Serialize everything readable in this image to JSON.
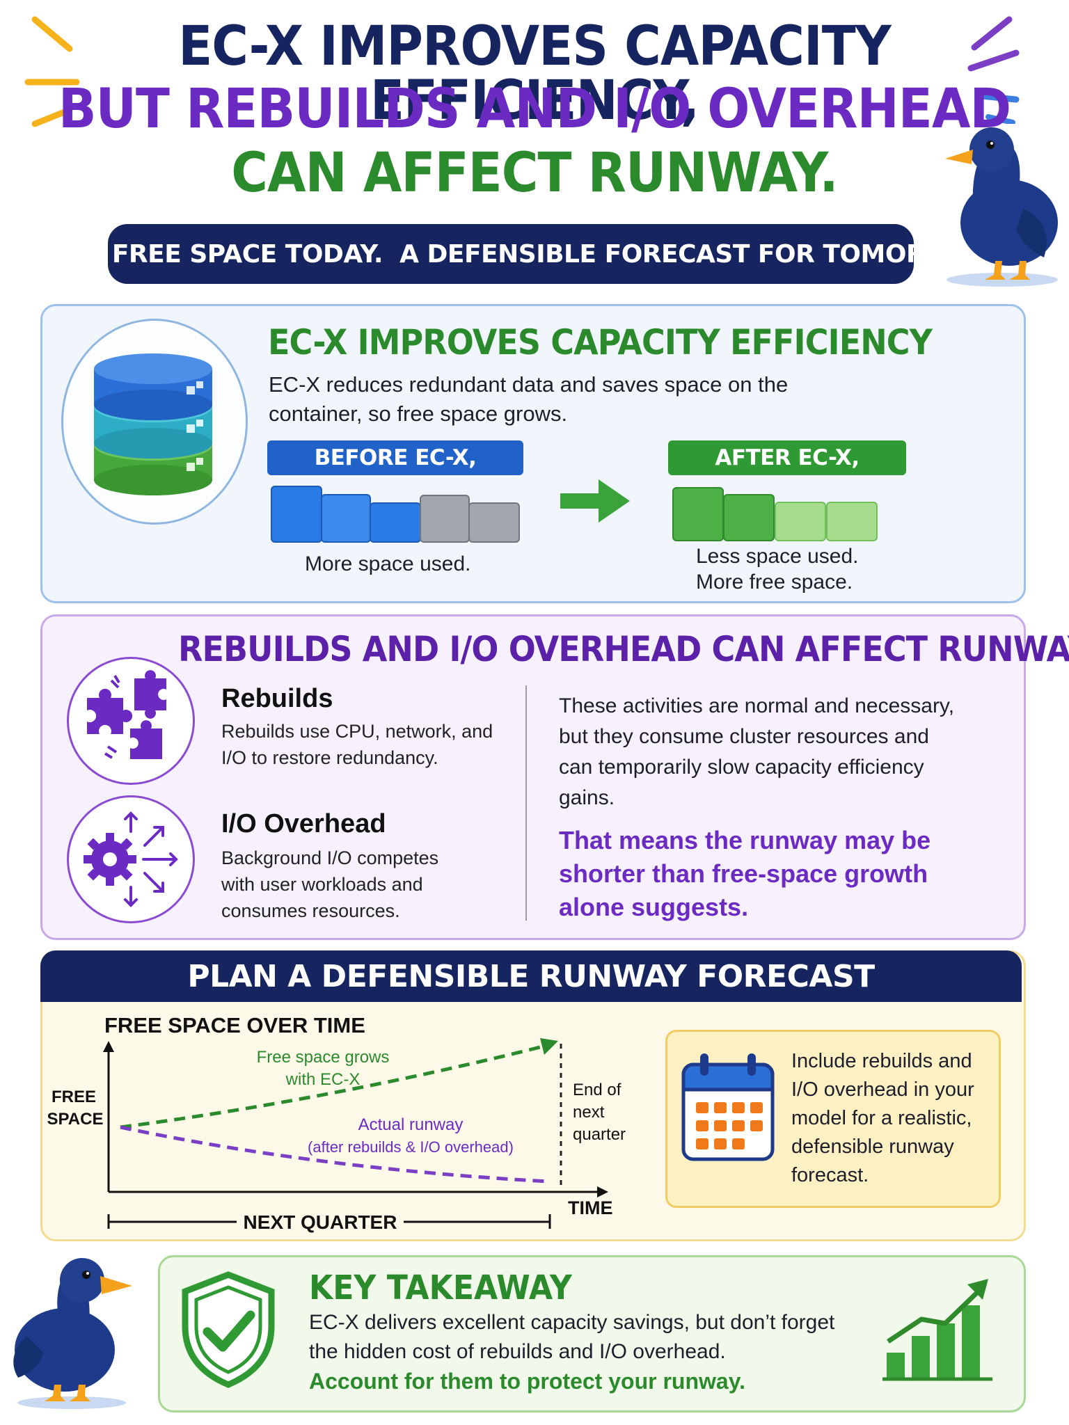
{
  "header": {
    "title_line1": "EC-X IMPROVES CAPACITY EFFICIENCY,",
    "title_line2": "BUT REBUILDS AND I/O OVERHEAD",
    "title_line3": "CAN AFFECT RUNWAY.",
    "subtitle": "MORE FREE SPACE TODAY.  A DEFENSIBLE FORECAST FOR TOMORROW."
  },
  "efficiency": {
    "title": "EC-X IMPROVES CAPACITY EFFICIENCY",
    "description": "EC-X reduces redundant data and saves space on the container, so free space grows.",
    "before_label": "BEFORE EC-X,",
    "before_caption": "More space used.",
    "after_label": "AFTER EC-X,",
    "after_caption_line1": "Less space used.",
    "after_caption_line2": "More free space."
  },
  "overhead": {
    "title": "REBUILDS AND I/O OVERHEAD CAN AFFECT RUNWAY",
    "rebuilds_title": "Rebuilds",
    "rebuilds_text": "Rebuilds use CPU, network, and I/O to restore redundancy.",
    "io_title": "I/O Overhead",
    "io_text": "Background I/O competes with user workloads and consumes resources.",
    "explanation": "These activities are normal and necessary, but they consume cluster resources and can temporarily slow capacity efficiency gains.",
    "emphasis": "That means the runway may be shorter than free-space growth alone suggests."
  },
  "forecast": {
    "title": "PLAN A DEFENSIBLE RUNWAY FORECAST",
    "chart_data": {
      "type": "line",
      "title": "FREE SPACE OVER TIME",
      "ylabel_line1": "FREE",
      "ylabel_line2": "SPACE",
      "xlabel": "TIME",
      "range_label": "NEXT QUARTER",
      "end_marker_line1": "End of",
      "end_marker_line2": "next",
      "end_marker_line3": "quarter",
      "series": [
        {
          "name_line1": "Free space grows",
          "name_line2": "with EC-X",
          "color": "#2b8a2b",
          "trend": "increasing"
        },
        {
          "name_line1": "Actual runway",
          "name_line2": "(after rebuilds & I/O overhead)",
          "color": "#7a3fc4",
          "trend": "decreasing"
        }
      ]
    },
    "note": "Include rebuilds and I/O overhead in your model for a realistic, defensible runway forecast."
  },
  "takeaway": {
    "title": "KEY TAKEAWAY",
    "line1": "EC-X delivers excellent capacity savings, but don’t forget",
    "line2": "the hidden cost of rebuilds and I/O overhead.",
    "line3": "Account for them to protect your runway."
  },
  "colors": {
    "navy": "#16245f",
    "purple": "#6b2bc2",
    "green": "#2b8a2b",
    "blue": "#2a6fd6"
  }
}
